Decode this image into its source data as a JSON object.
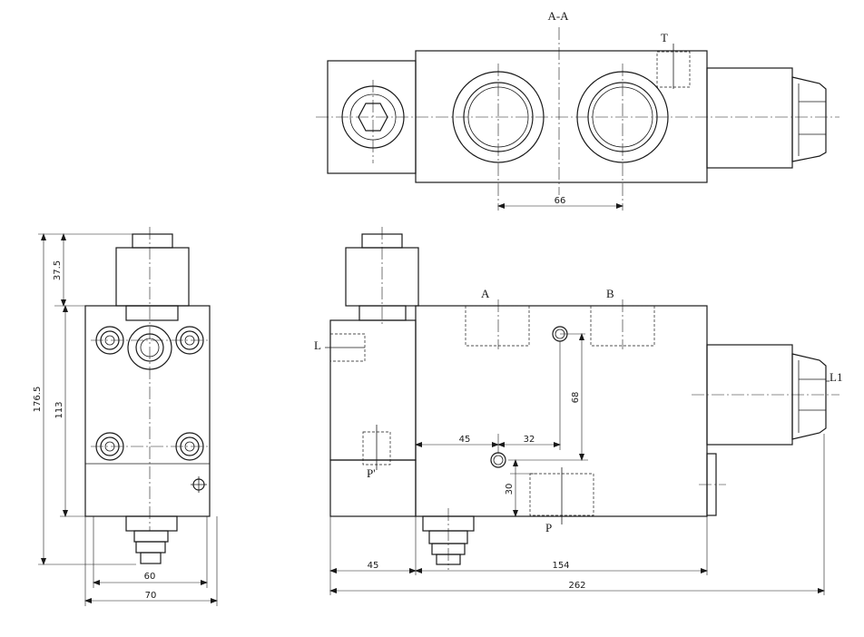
{
  "section_title": "A-A",
  "ports": {
    "T": "T",
    "A": "A",
    "B": "B",
    "L": "L",
    "L1": "L1",
    "P_prime": "P'",
    "P": "P"
  },
  "dimensions": {
    "top_spacing": "66",
    "left_top": "37.5",
    "left_total": "176.5",
    "left_body": "113",
    "left_width_inner": "60",
    "left_width_outer": "70",
    "front_vertical_68": "68",
    "front_h_45": "45",
    "front_h_32": "32",
    "front_vertical_30": "30",
    "bottom_45": "45",
    "bottom_154": "154",
    "bottom_total": "262"
  }
}
